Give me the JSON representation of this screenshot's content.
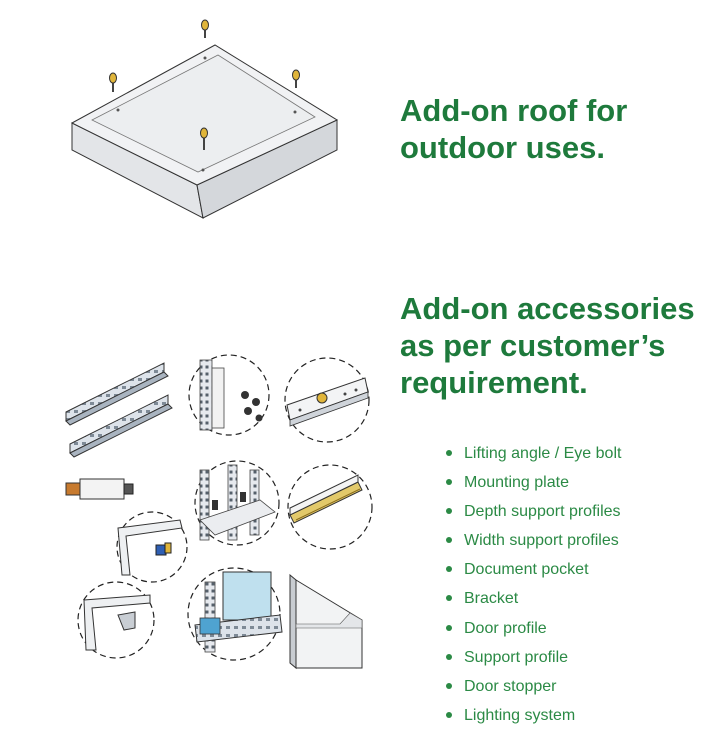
{
  "roof": {
    "heading_line1": "Add-on roof for",
    "heading_line2": "outdoor uses."
  },
  "accessories": {
    "heading_line1": "Add-on accessories",
    "heading_line2": "as per customer’s",
    "heading_line3": "requirement.",
    "items": [
      "Lifting angle / Eye bolt",
      "Mounting plate",
      "Depth support profiles",
      "Width support profiles",
      "Document pocket",
      "Bracket",
      "Door profile",
      "Support profile",
      "Door stopper",
      "Lighting system"
    ]
  },
  "colors": {
    "heading_green": "#1e7a3c",
    "bullet_green": "#2b8a45"
  }
}
